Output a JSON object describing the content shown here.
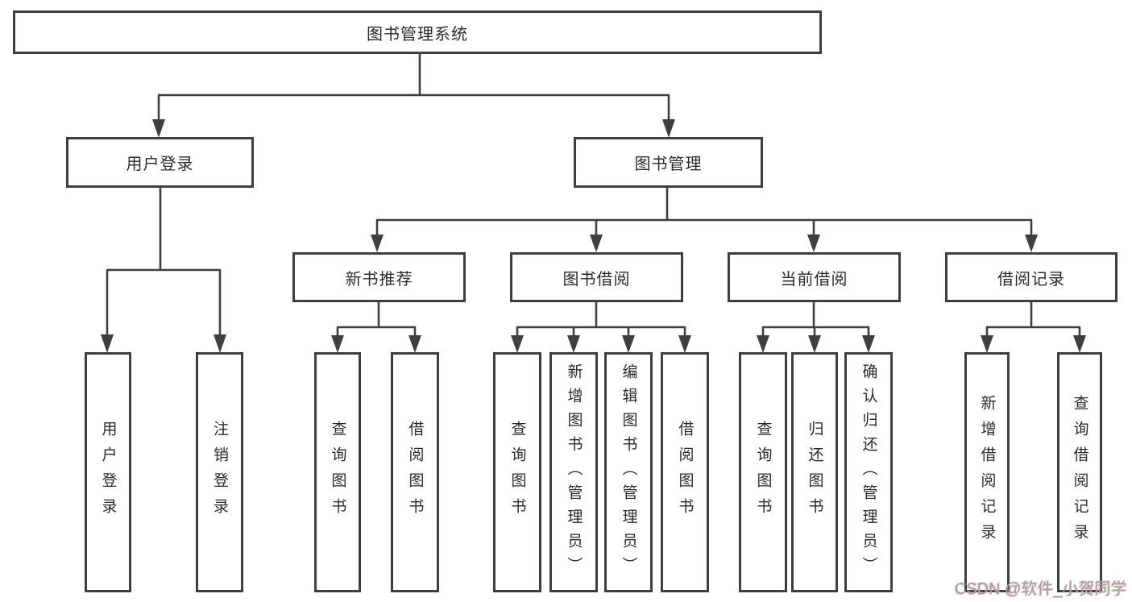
{
  "diagram": {
    "title": "图书管理系统",
    "nodes": {
      "root": "图书管理系统",
      "user_login": "用户登录",
      "book_mgmt": "图书管理",
      "new_book_rec": "新书推荐",
      "book_borrow": "图书借阅",
      "current_borrow": "当前借阅",
      "borrow_record": "借阅记录",
      "leaf_user_login": "用户登录",
      "leaf_logout": "注销登录",
      "leaf_nb_query": "查询图书",
      "leaf_nb_borrow": "借阅图书",
      "leaf_bb_query": "查询图书",
      "leaf_bb_add": "新增图书（管理员）",
      "leaf_bb_edit": "编辑图书（管理员）",
      "leaf_bb_borrow": "借阅图书",
      "leaf_cb_query": "查询图书",
      "leaf_cb_return": "归还图书",
      "leaf_cb_confirm": "确认归还（管理员）",
      "leaf_br_add": "新增借阅记录",
      "leaf_br_query": "查询借阅记录"
    },
    "colors": {
      "line": "#3f3f3f",
      "box_border": "#3f3f3f",
      "text": "#2b2b2b",
      "background": "#ffffff",
      "watermark": "#a3a3a3"
    }
  },
  "watermark": {
    "text": "CSDN @软件_小贺同学"
  }
}
